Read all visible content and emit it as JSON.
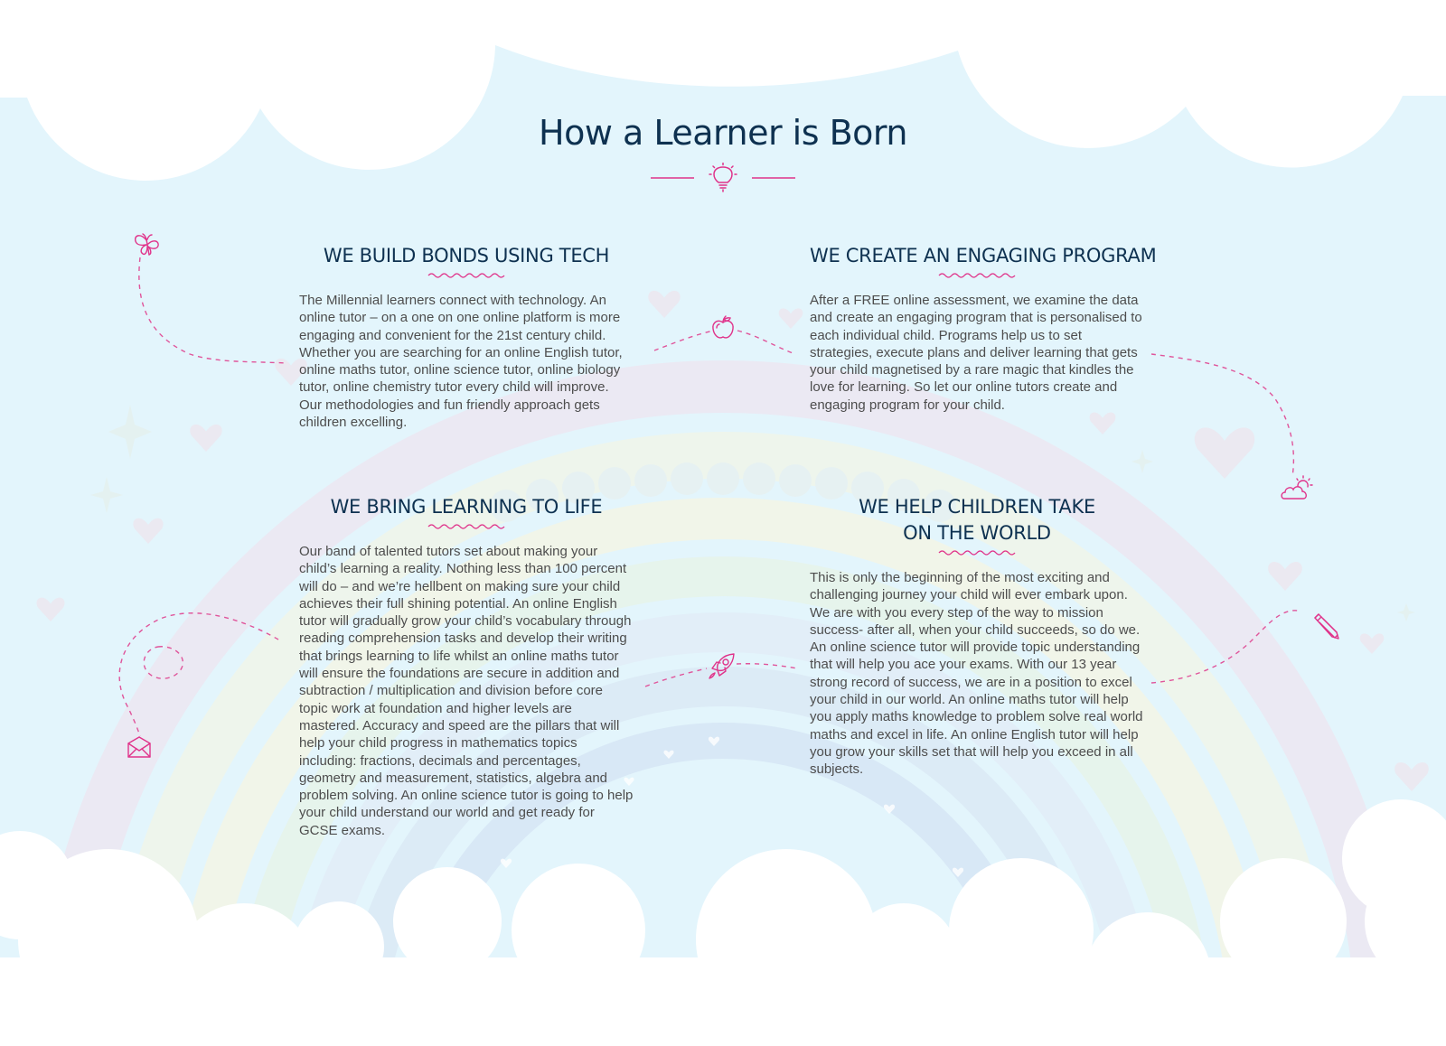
{
  "page": {
    "title": "How a Learner is Born"
  },
  "sections": [
    {
      "heading": "WE BUILD BONDS USING TECH",
      "body": "The Millennial learners connect with technology.  An online tutor – on a one on one online platform is more engaging and convenient for the 21st century child. Whether you are searching for an online English tutor, online maths tutor, online science tutor, online biology tutor, online chemistry tutor every child will improve. Our methodologies and fun friendly approach gets children excelling."
    },
    {
      "heading": "WE CREATE AN ENGAGING PROGRAM",
      "body": "After a FREE online assessment, we examine the data and create an engaging program that is personalised to each individual child. Programs help us to set strategies, execute plans and deliver learning that gets your child magnetised by a rare magic that kindles the love for learning. So let our online tutors create and engaging program for your child."
    },
    {
      "heading": "WE BRING LEARNING TO LIFE",
      "body": "Our band of talented tutors set about making your child’s learning a reality. Nothing less than 100 percent will do – and we’re hellbent on making sure your child achieves their full shining potential. An online English tutor will gradually grow your child’s vocabulary through reading comprehension tasks and develop their writing that brings learning to life whilst an online maths tutor will ensure the foundations are secure in addition and subtraction / multiplication and division before core topic work at foundation and higher levels are mastered. Accuracy and speed are the pillars that will help your child progress in mathematics topics including: fractions, decimals and percentages, geometry and measurement, statistics, algebra and problem solving. An online science tutor is going to help your child understand our world and get ready for GCSE exams."
    },
    {
      "heading": "WE HELP CHILDREN TAKE ON THE WORLD",
      "body": "This is only the beginning of the most exciting and challenging journey your child will ever embark upon. We are with you every step of the way to mission success- after all, when your child succeeds, so do we. An online science tutor will provide topic understanding that will help you ace your exams. With our 13 year strong record of success, we are in a position to excel your child in our world. An online maths tutor will help you apply maths knowledge to problem solve real world maths and excel in life. An online English tutor will help you grow your skills set that will help you exceed in all subjects."
    }
  ],
  "icons": {
    "title_divider": "lightbulb-icon",
    "decorations": [
      "butterfly-icon",
      "apple-icon",
      "cloud-sun-icon",
      "envelope-icon",
      "rocket-icon",
      "pencil-icon"
    ]
  },
  "colors": {
    "heading": "#0e3150",
    "body_text": "#4d4d4d",
    "accent_pink": "#e0338a",
    "sky": "#e3f5fc",
    "cloud": "#ffffff"
  }
}
